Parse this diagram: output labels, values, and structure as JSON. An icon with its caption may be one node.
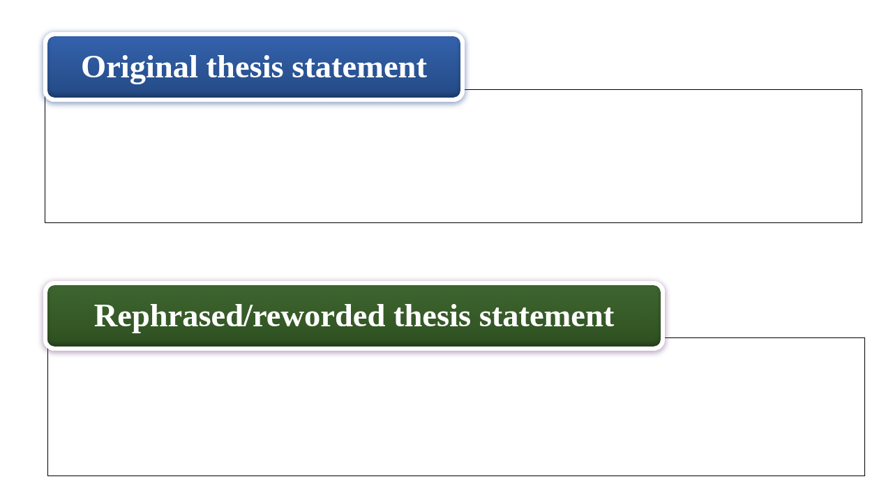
{
  "diagram": {
    "nodes": [
      {
        "text": [
          "Original thesis statement"
        ]
      },
      {
        "text": [],
        "shape": "box"
      },
      {
        "text": [
          "Rephrased/reworded thesis statement"
        ]
      },
      {
        "text": [],
        "shape": "box"
      }
    ]
  }
}
